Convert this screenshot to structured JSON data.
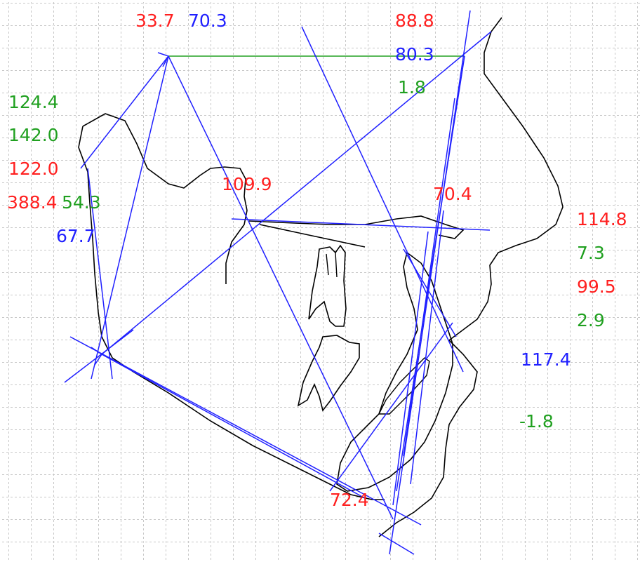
{
  "colors": {
    "red": "#ff2020",
    "blue": "#2020ff",
    "green": "#20a020",
    "outline": "#000000",
    "grid": "#c8c8c8"
  },
  "labels": {
    "sn_angle": "33.7",
    "sn_fh": "70.3",
    "top_right_red": "88.8",
    "top_right_blue": "80.3",
    "top_right_green": "1.8",
    "left_green_1": "124.4",
    "left_green_2": "142.0",
    "left_red_1": "122.0",
    "left_red_2": "388.4",
    "left_green_3": "54.3",
    "left_blue_1": "67.7",
    "center_red": "109.9",
    "right_center_red": "70.4",
    "right_red_1": "114.8",
    "right_green_1": "7.3",
    "right_red_2": "99.5",
    "right_green_2": "2.9",
    "right_blue_1": "117.4",
    "right_green_3": "-1.8",
    "bottom_red": "72.4"
  }
}
